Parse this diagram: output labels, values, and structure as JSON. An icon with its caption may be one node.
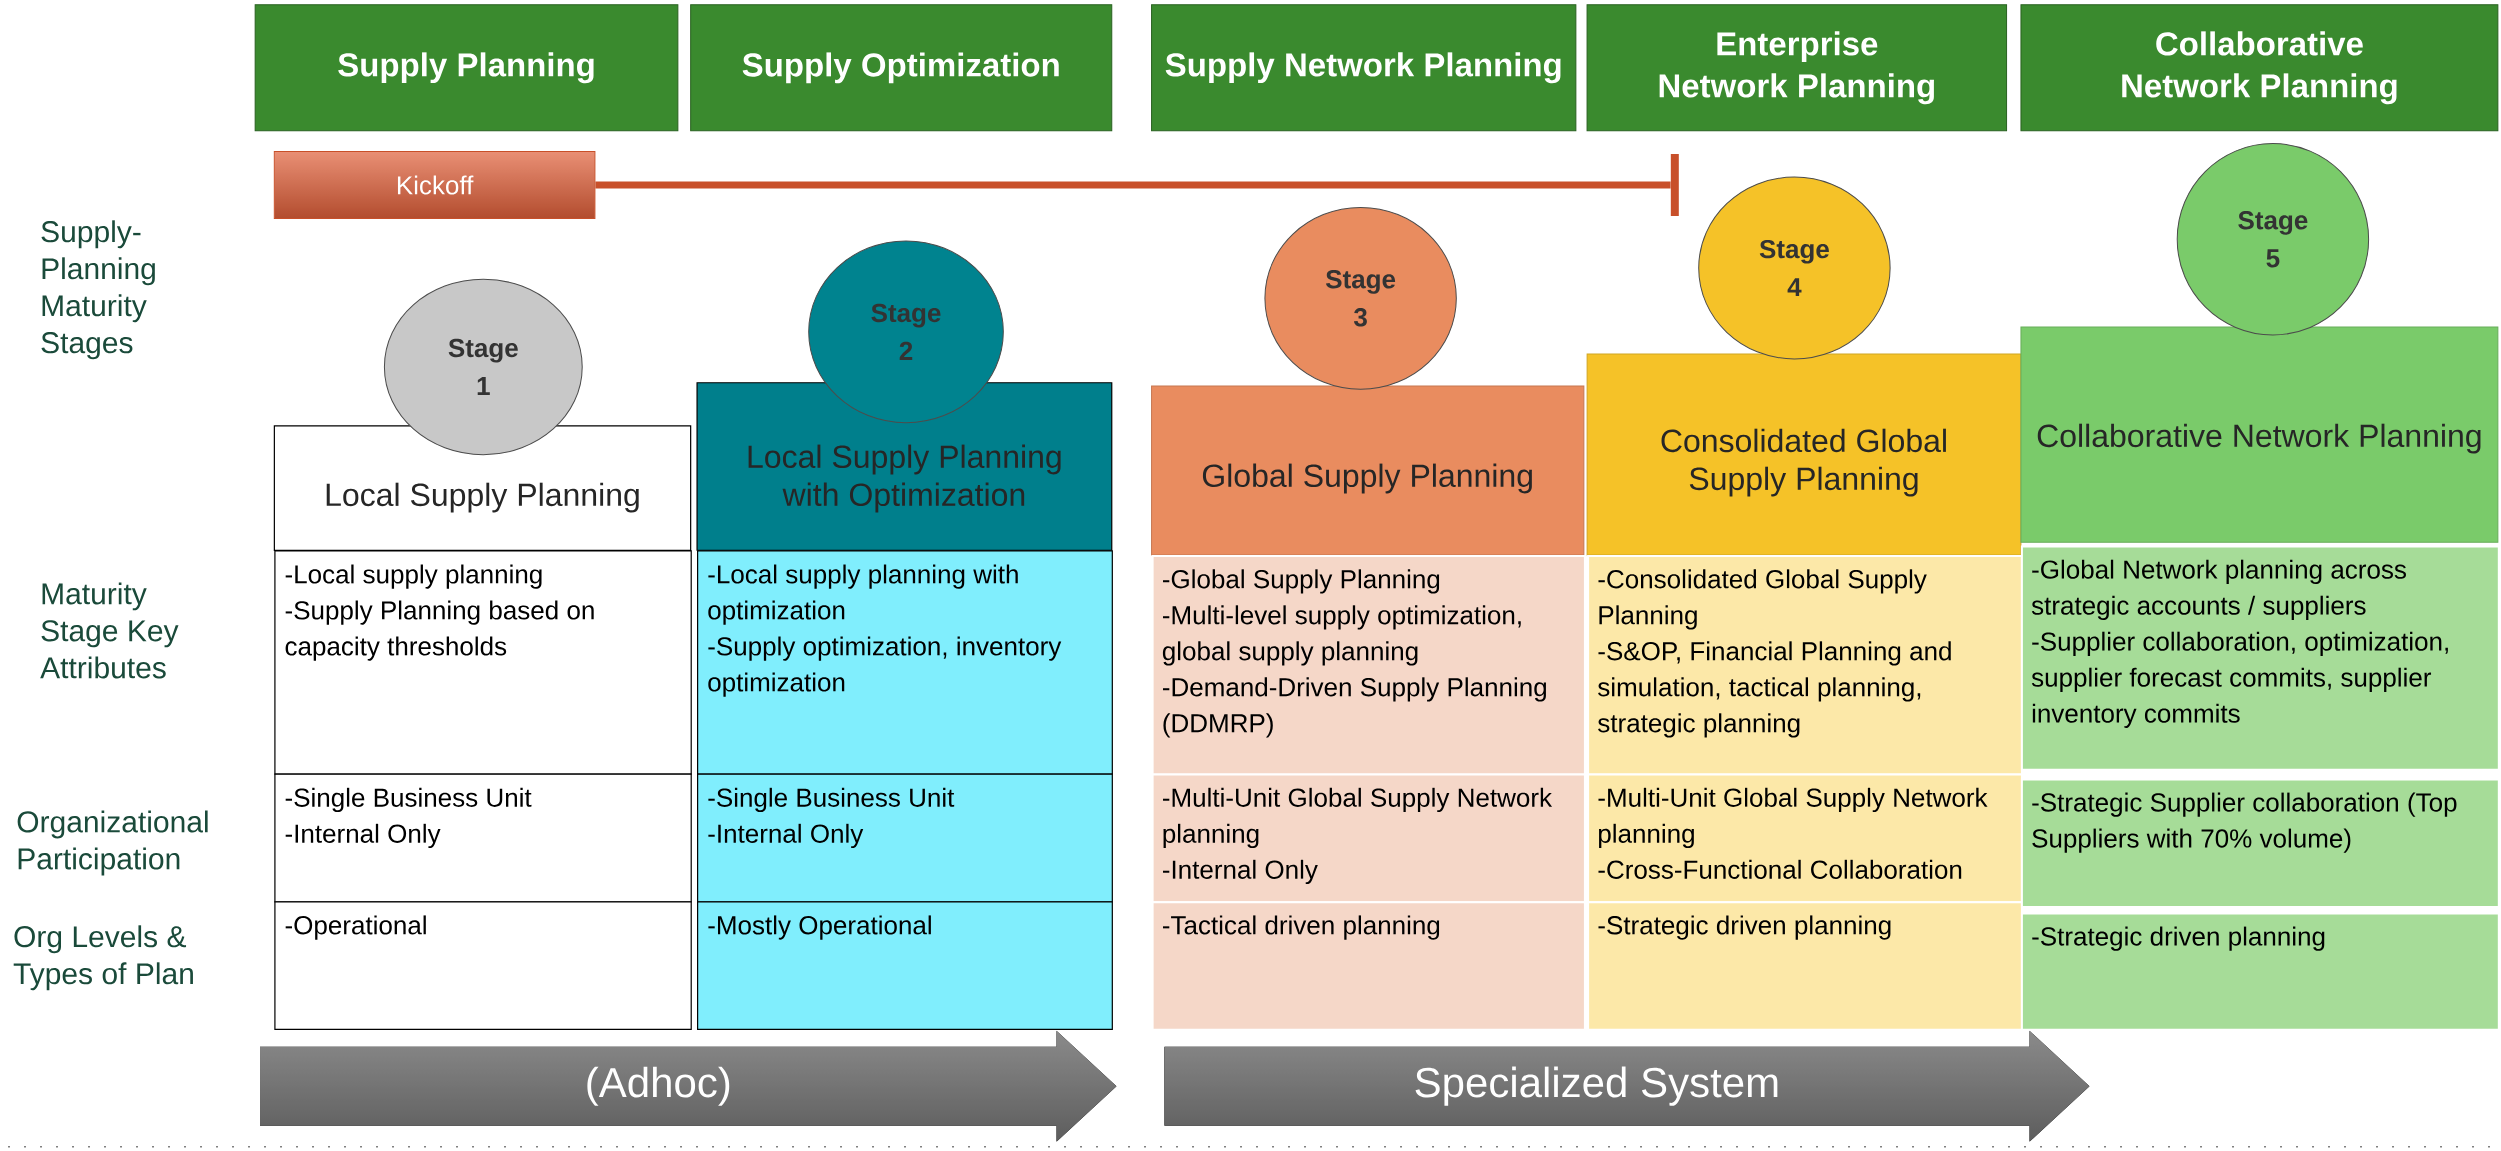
{
  "diagram": {
    "nodes": [
      {
        "text": [
          "Supply Planning"
        ]
      },
      {
        "text": [
          "Supply Optimization"
        ]
      },
      {
        "text": [
          "Supply Network Planning"
        ]
      },
      {
        "text": [
          "Enterprise Network Planning"
        ]
      },
      {
        "text": [
          "Collaborative Network Planning"
        ]
      },
      {
        "text": [
          "Kickoff"
        ]
      },
      {
        "text": [
          "Stage 1"
        ]
      },
      {
        "text": [
          "Local Supply Planning"
        ]
      },
      {
        "text": [
          "-Local supply planning",
          "-Supply Planning based on capacity thresholds"
        ]
      },
      {
        "text": [
          "-Single Business Unit",
          "-Internal Only"
        ]
      },
      {
        "text": [
          "-Operational"
        ]
      },
      {
        "text": [
          "Stage 2"
        ]
      },
      {
        "text": [
          "Local Supply Planning with Optimization"
        ]
      },
      {
        "text": [
          "-Local supply planning with optimization",
          "-Supply optimization, inventory optimization"
        ]
      },
      {
        "text": [
          "-Single Business Unit",
          "-Internal Only"
        ]
      },
      {
        "text": [
          "-Mostly Operational"
        ]
      },
      {
        "text": [
          "Stage 3"
        ]
      },
      {
        "text": [
          "Global Supply Planning"
        ]
      },
      {
        "text": [
          "-Global Supply Planning",
          "-Multi-level supply optimization, global supply planning",
          "-Demand-Driven Supply Planning (DDMRP)"
        ]
      },
      {
        "text": [
          "-Multi-Unit Global Supply Network planning",
          "-Internal Only"
        ]
      },
      {
        "text": [
          "-Tactical driven planning"
        ]
      },
      {
        "text": [
          "Stage 4"
        ]
      },
      {
        "text": [
          "Consolidated Global Supply Planning"
        ]
      },
      {
        "text": [
          "-Consolidated Global Supply Planning",
          "-S&OP, Financial Planning and simulation, tactical planning, strategic planning"
        ]
      },
      {
        "text": [
          "-Multi-Unit Global Supply Network planning",
          "-Cross-Functional Collaboration"
        ]
      },
      {
        "text": [
          "-Strategic driven planning"
        ]
      },
      {
        "text": [
          "Stage 5"
        ]
      },
      {
        "text": [
          "Collaborative Network Planning"
        ]
      },
      {
        "text": [
          "-Global Network planning across strategic accounts / suppliers",
          "-Supplier collaboration, optimization, supplier forecast commits, supplier inventory commits"
        ]
      },
      {
        "text": [
          "-Strategic Supplier collaboration (Top Suppliers with 70% volume)"
        ]
      },
      {
        "text": [
          "-Strategic driven planning"
        ]
      },
      {
        "text": [
          "(Adhoc)"
        ]
      },
      {
        "text": [
          "Specialized System"
        ]
      },
      {
        "text": [],
        "shape": "bar"
      }
    ],
    "edges": [
      {
        "from": 5,
        "to": 33,
        "arrow": "none"
      }
    ],
    "labels": [
      "Supply-Planning Maturity Stages",
      "Maturity Stage Key Attributes",
      "Organizational Participation",
      "Org Levels & Types of Plan"
    ]
  }
}
